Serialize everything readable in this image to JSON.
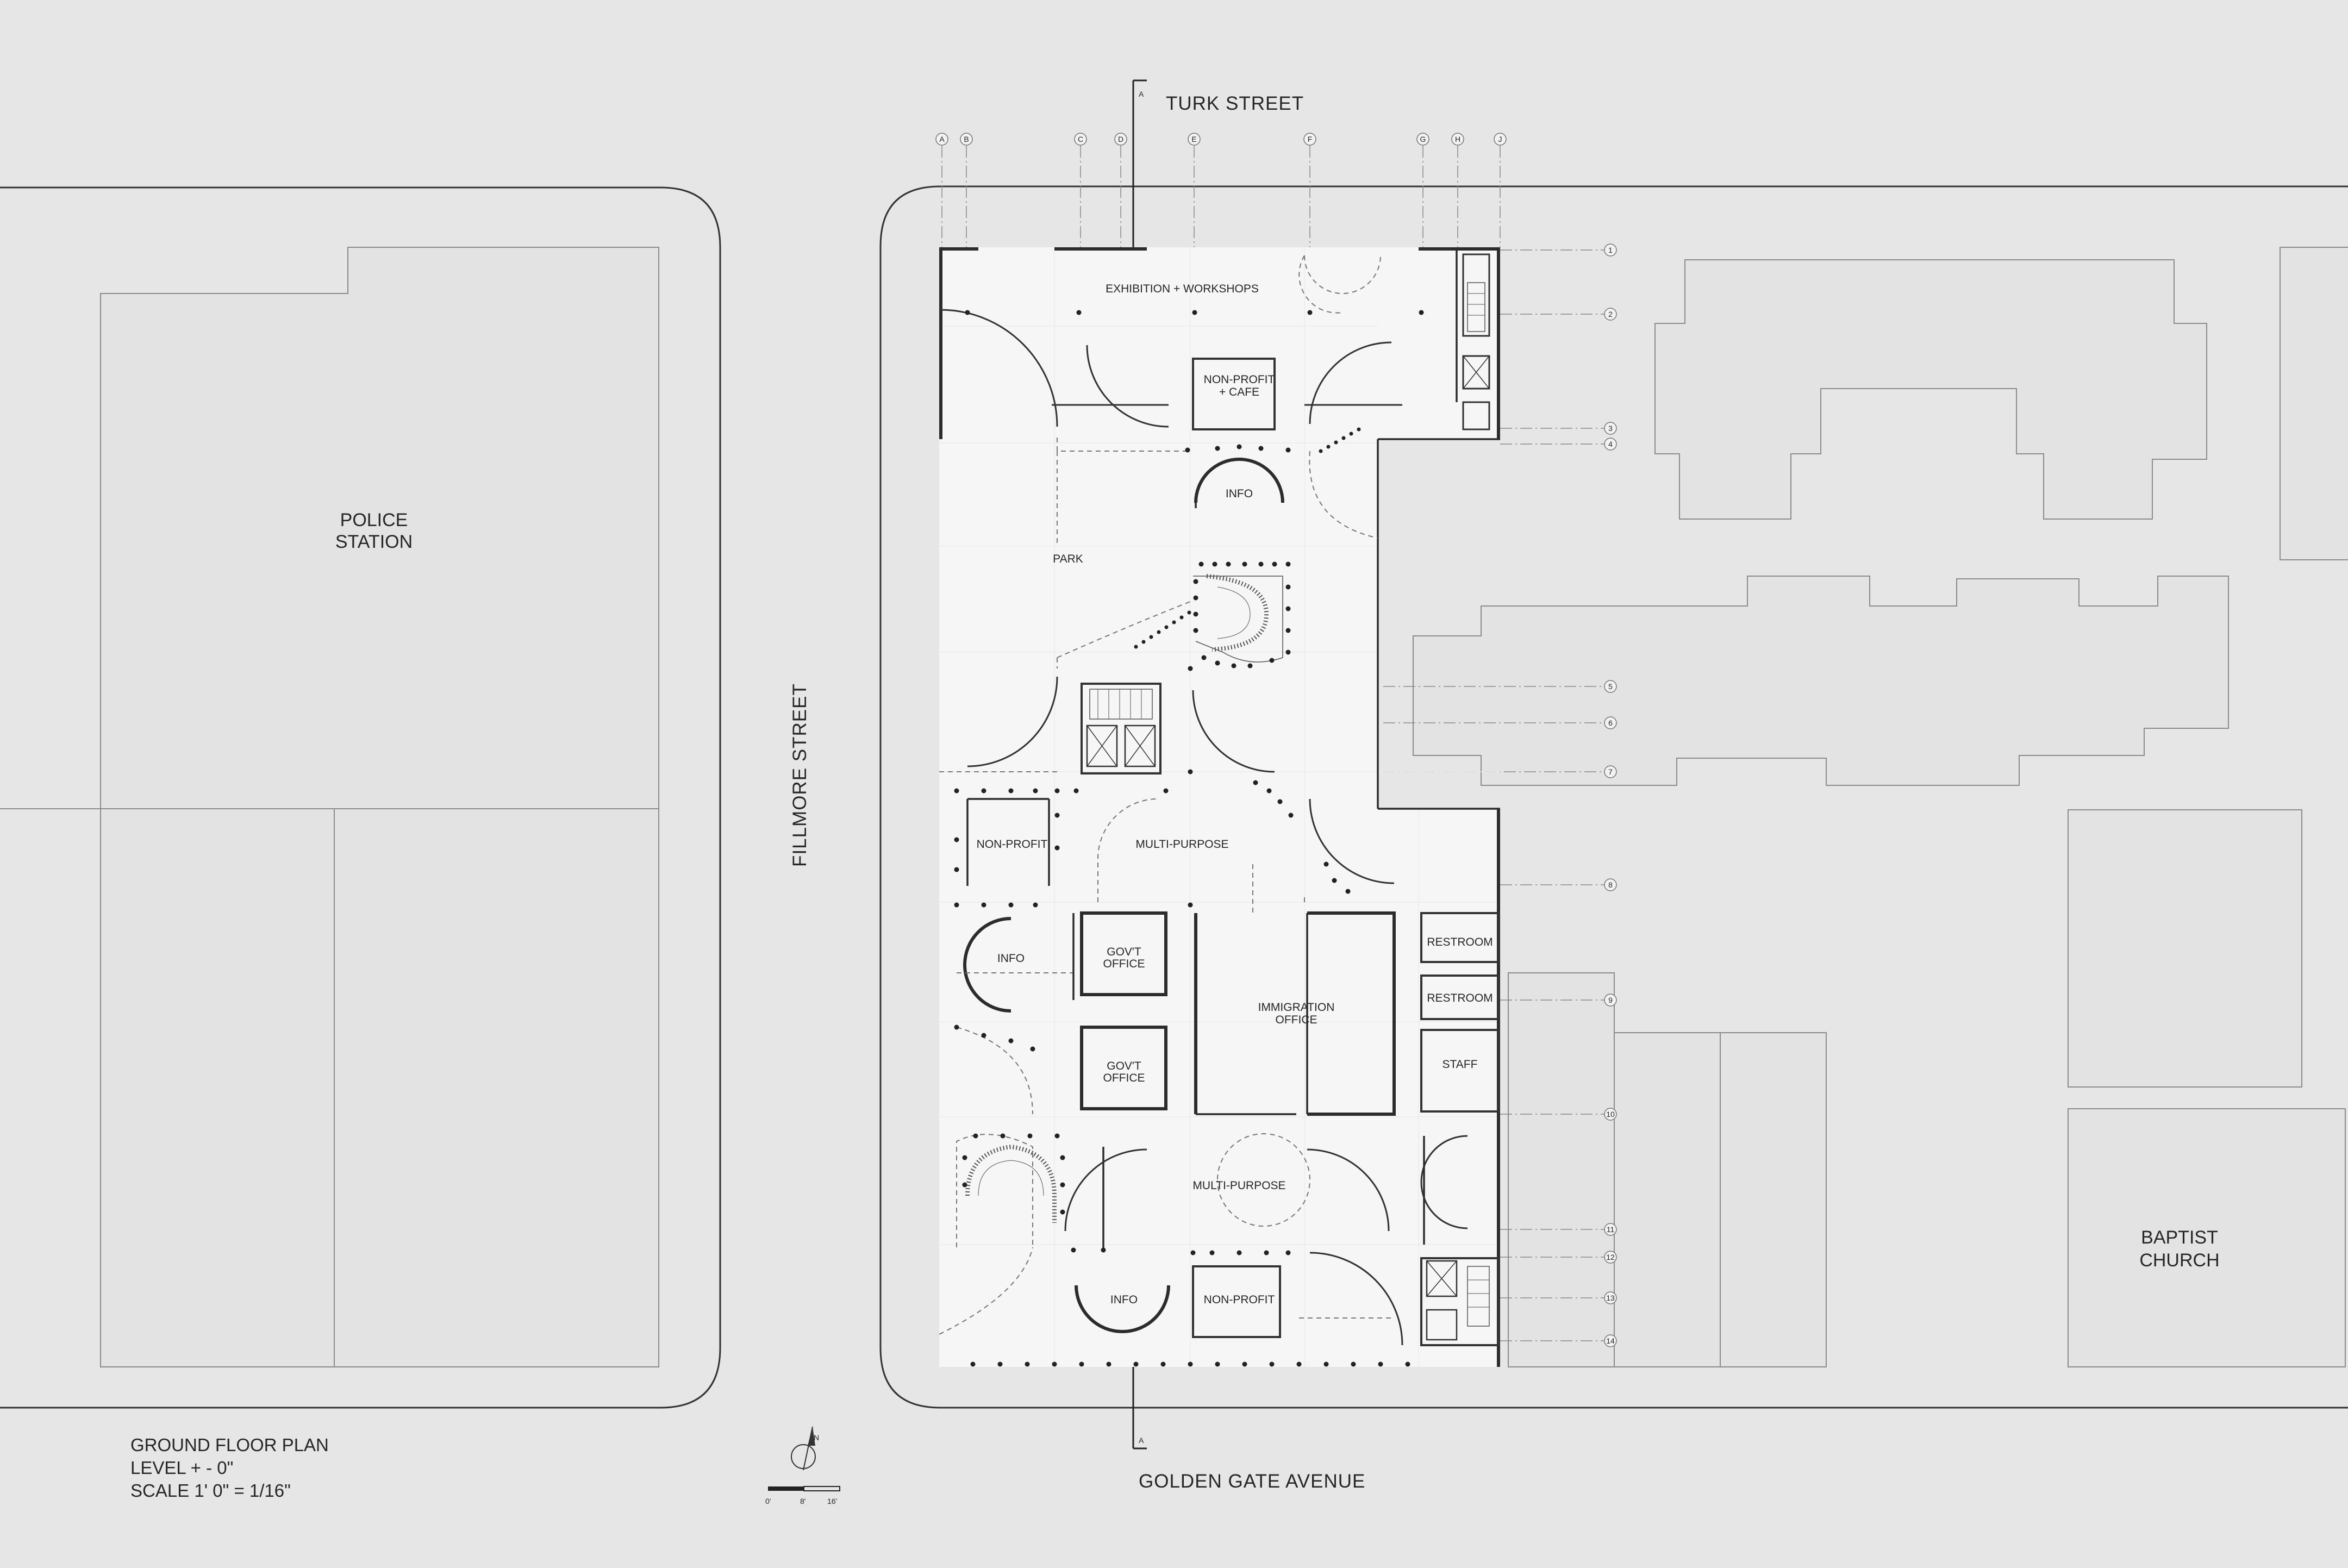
{
  "streets": {
    "north": "TURK STREET",
    "south": "GOLDEN GATE AVENUE",
    "west": "FILLMORE STREET"
  },
  "neighbors": {
    "police": [
      "POLICE",
      "STATION"
    ],
    "church": [
      "BAPTIST",
      "CHURCH"
    ]
  },
  "section_marker": "A",
  "rooms": {
    "exhibition": "EXHIBITION + WORKSHOPS",
    "nonprofit_cafe": [
      "NON-PROFIT",
      "+ CAFE"
    ],
    "info_north": "INFO",
    "park": "PARK",
    "nonprofit_west": "NON-PROFIT",
    "multipurpose_north": "MULTI-PURPOSE",
    "info_west": "INFO",
    "govt_office_1": [
      "GOV'T",
      "OFFICE"
    ],
    "govt_office_2": [
      "GOV'T",
      "OFFICE"
    ],
    "immigration": [
      "IMMIGRATION",
      "OFFICE"
    ],
    "restroom_1": "RESTROOM",
    "restroom_2": "RESTROOM",
    "staff": "STAFF",
    "multipurpose_south": "MULTI-PURPOSE",
    "info_south": "INFO",
    "nonprofit_south": "NON-PROFIT"
  },
  "grid_columns": [
    "A",
    "B",
    "C",
    "D",
    "E",
    "F",
    "G",
    "H",
    "J"
  ],
  "grid_rows": [
    "1",
    "2",
    "3",
    "4",
    "5",
    "6",
    "7",
    "8",
    "9",
    "10",
    "11",
    "12",
    "13",
    "14"
  ],
  "title_block": {
    "line1": "GROUND FLOOR PLAN",
    "line2": "LEVEL + - 0\"",
    "line3": "SCALE 1' 0\" = 1/16\""
  },
  "north_arrow": "N",
  "scale_bar": [
    "0'",
    "8'",
    "16'"
  ]
}
